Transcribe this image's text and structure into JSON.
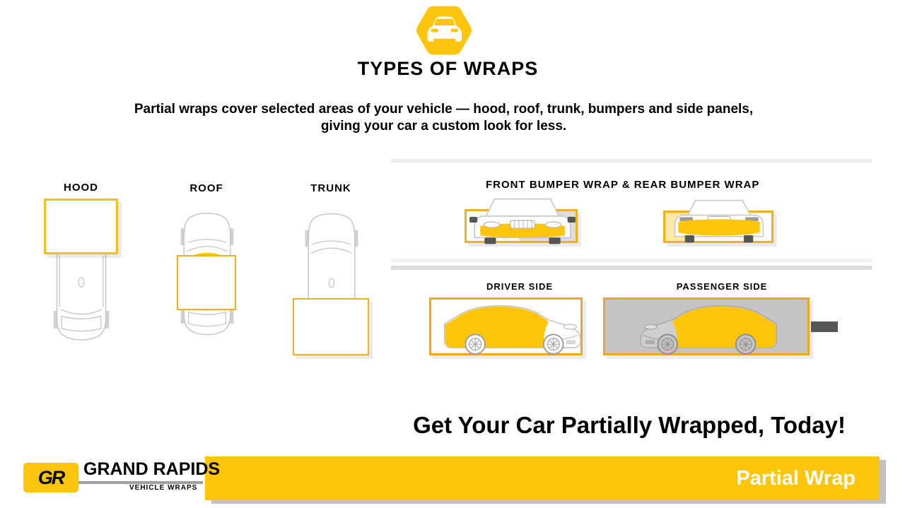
{
  "accent_colors": {
    "brand_yellow": "#FFC40C",
    "box_border_yellow": "#F2B01E",
    "banner_yellow": "#FFC50A",
    "text_black": "#000000",
    "banner_text_white": "#FFFFFF",
    "side_panel_gray": "#C4C4C4"
  },
  "icons": {
    "header_icon": "car-hexagon-icon"
  },
  "header": {
    "title": "TYPES OF WRAPS",
    "description_line1": "Partial wraps cover selected areas of your vehicle — hood, roof, trunk, bumpers and side panels,",
    "description_line2": "giving your car a custom look for less."
  },
  "diagrams": {
    "hood": {
      "label": "HOOD"
    },
    "roof": {
      "label": "ROOF"
    },
    "trunk": {
      "label": "TRUNK"
    },
    "bumpers": {
      "label": "FRONT BUMPER WRAP & REAR BUMPER WRAP"
    },
    "driver_side": {
      "label": "DRIVER SIDE"
    },
    "passenger_side": {
      "label": "PASSENGER SIDE"
    }
  },
  "footer": {
    "cta": "Get Your Car Partially Wrapped, Today!",
    "logo_monogram": "GR",
    "company_name": "GRAND RAPIDS",
    "company_tagline": "VEHICLE WRAPS",
    "banner_label": "Partial Wrap"
  }
}
